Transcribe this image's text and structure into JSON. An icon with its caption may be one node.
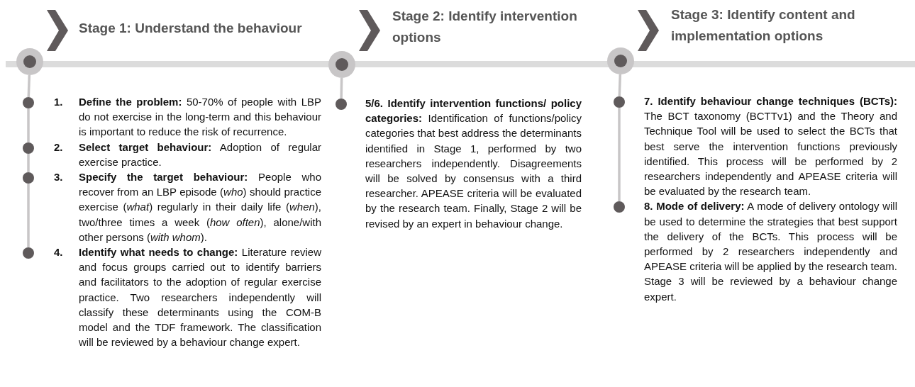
{
  "diagram": {
    "nodes": [
      {
        "text": [
          "Stage 1: Understand the behaviour"
        ]
      },
      {
        "text": [
          "1.",
          "**Define the problem:** 50-70% of people with LBP do not exercise in the long-term and this behaviour is important to reduce the risk of recurrence."
        ]
      },
      {
        "text": [
          "2.",
          "**Select target behaviour:** Adoption of regular exercise practice."
        ]
      },
      {
        "text": [
          "3.",
          "**Specify the target behaviour:** People who recover from an LBP episode (*who*) should practice exercise (*what*) regularly in their daily life (*when*), two/three times a week (*how often*), alone/with other persons (*with whom*)."
        ]
      },
      {
        "text": [
          "4.",
          "**Identify what needs to change:** Literature review and focus groups carried out to identify barriers and facilitators to the adoption of regular exercise practice. Two researchers independently will classify these determinants using the COM-B model and the TDF framework. The classification will be reviewed by a behaviour change expert."
        ]
      },
      {
        "text": [
          "Stage 2: Identify intervention options"
        ]
      },
      {
        "text": [
          "**5/6. Identify intervention functions/ policy categories:** Identification of functions/policy categories that best address the determinants identified in Stage 1, performed by two researchers independently. Disagreements will be solved by consensus with a third researcher. APEASE criteria will be evaluated by the research team. Finally, Stage 2 will be revised by an expert in behaviour change."
        ]
      },
      {
        "text": [
          "Stage 3: Identify content and implementation options"
        ]
      },
      {
        "text": [
          "**7. Identify behaviour change techniques (BCTs):** The BCT taxonomy (BCTTv1) and the Theory and Technique Tool will be used to select the BCTs that best serve the intervention functions previously identified. This process will be performed by 2 researchers independently and APEASE criteria will be evaluated by the research team."
        ]
      },
      {
        "text": [
          "**8. Mode of delivery:** A mode of delivery ontology will be used to determine the strategies that best support the delivery of the BCTs. This process will be performed by 2 researchers independently and APEASE criteria will be applied by the research team. Stage 3 will be reviewed by a behaviour change expert."
        ]
      },
      {
        "text": [],
        "shape": "circle"
      },
      {
        "text": [],
        "shape": "circle"
      },
      {
        "text": [],
        "shape": "circle"
      },
      {
        "text": [],
        "shape": "circle"
      },
      {
        "text": [],
        "shape": "circle"
      },
      {
        "text": [],
        "shape": "circle"
      },
      {
        "text": [],
        "shape": "circle"
      },
      {
        "text": [],
        "shape": "circle"
      },
      {
        "text": [],
        "shape": "circle"
      },
      {
        "text": [],
        "shape": "circle"
      }
    ],
    "edges": [
      {
        "from": 10,
        "to": 11,
        "arrow": "none"
      },
      {
        "from": 11,
        "to": 12,
        "arrow": "none"
      },
      {
        "from": 12,
        "to": 13,
        "arrow": "none"
      },
      {
        "from": 13,
        "to": 14,
        "arrow": "none"
      },
      {
        "from": 15,
        "to": 16,
        "arrow": "none"
      },
      {
        "from": 17,
        "to": 18,
        "arrow": "none"
      },
      {
        "from": 18,
        "to": 19,
        "arrow": "none"
      }
    ]
  }
}
